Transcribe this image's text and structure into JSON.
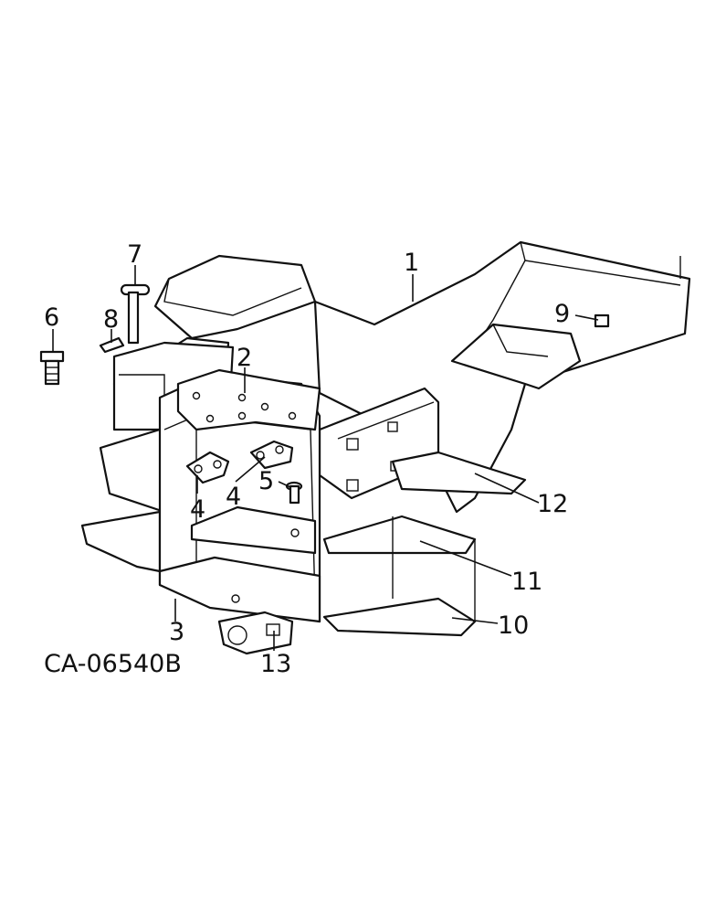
{
  "figure_id": "CA-06540B",
  "callouts": {
    "c1": "1",
    "c2": "2",
    "c3": "3",
    "c4a": "4",
    "c4b": "4",
    "c5": "5",
    "c6": "6",
    "c7": "7",
    "c8": "8",
    "c9": "9",
    "c10": "10",
    "c11": "11",
    "c12": "12",
    "c13": "13"
  }
}
